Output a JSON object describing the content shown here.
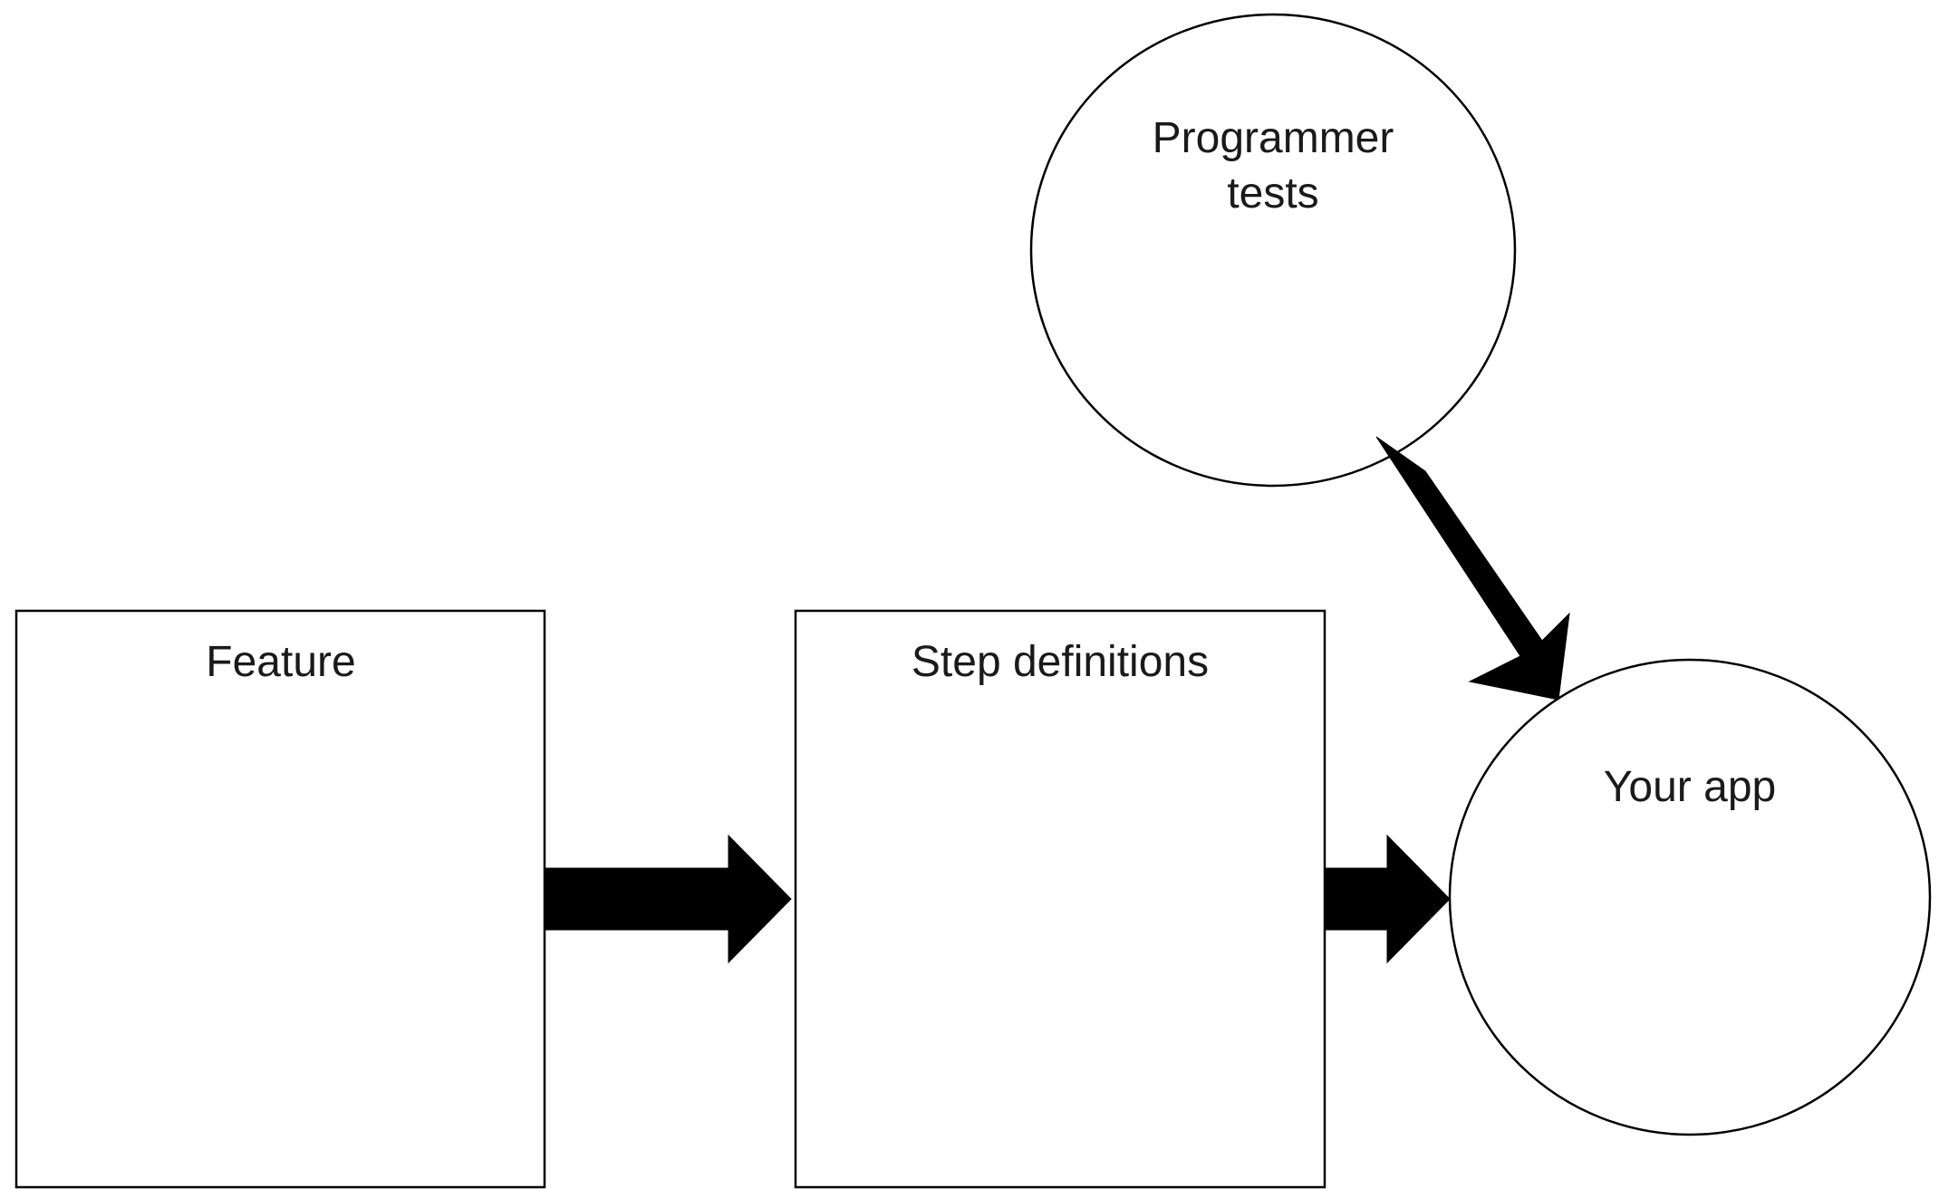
{
  "diagram": {
    "feature": {
      "label": "Feature"
    },
    "step_definitions": {
      "label": "Step definitions"
    },
    "programmer_tests": {
      "line1": "Programmer",
      "line2": "tests"
    },
    "your_app": {
      "label": "Your app"
    }
  }
}
